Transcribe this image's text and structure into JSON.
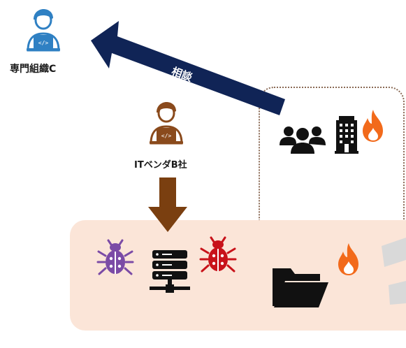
{
  "expert_org": {
    "label": "専門組織C"
  },
  "vendor": {
    "label": "ITベンダB社"
  },
  "consult": {
    "label": "相談"
  },
  "colors": {
    "navy_arrow": "#102456",
    "brown_arrow": "#7a3f10",
    "bug_purple": "#7b4ba6",
    "bug_red": "#c8121a",
    "fire_orange": "#f26a1b",
    "person_blue": "#2f80c3",
    "person_brown": "#8a4a1c",
    "platform_bg": "#fbe5d8"
  },
  "icons": {
    "expert_person": "person-with-laptop-icon",
    "vendor_person": "person-with-laptop-icon",
    "group": "people-group-icon",
    "building": "office-building-icon",
    "fire_building": "fire-icon",
    "bug_left": "bug-icon",
    "server": "server-icon",
    "bug_right": "bug-icon",
    "folder": "open-folder-icon",
    "fire_folder": "fire-icon"
  }
}
